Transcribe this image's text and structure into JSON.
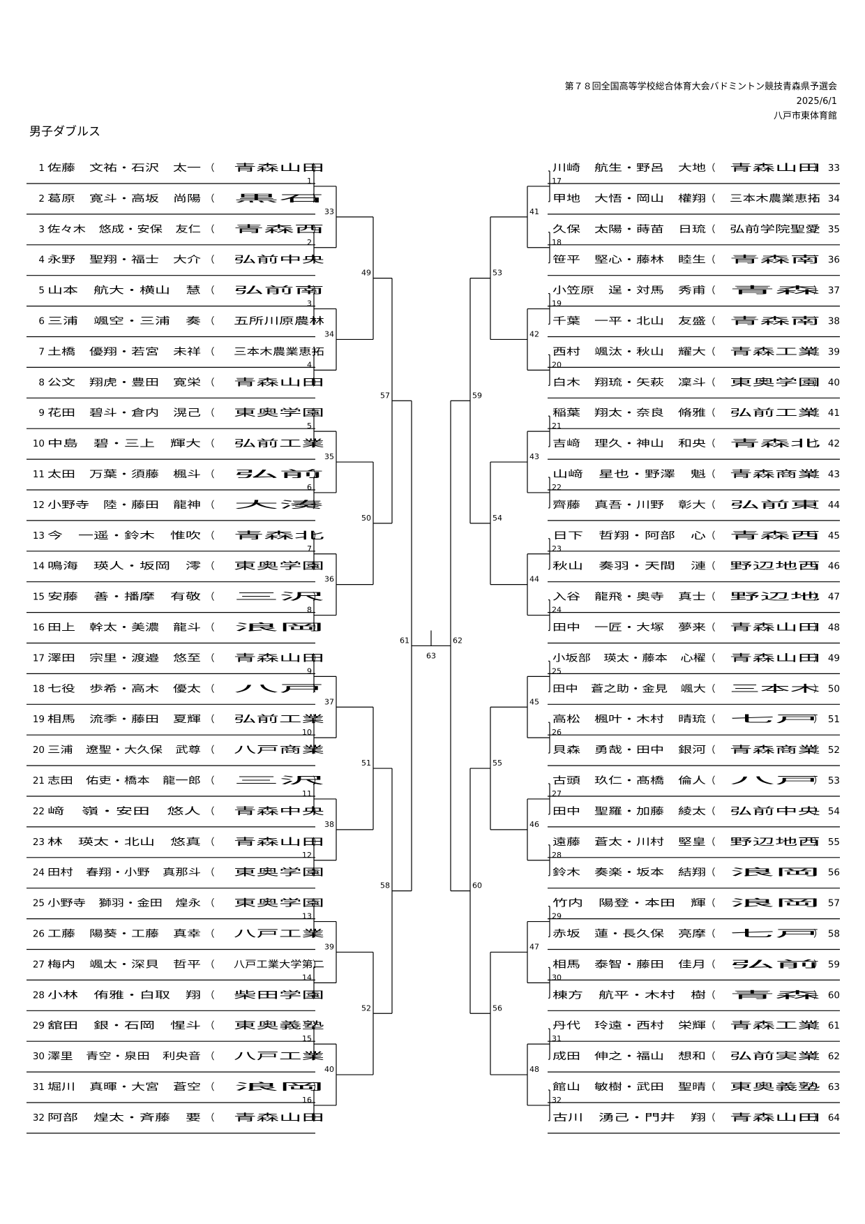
{
  "header": {
    "tournament": "第７８回全国高等学校総合体育大会バドミントン競技青森県予選会",
    "date": "2025/6/1",
    "venue": "八戸市東体育館"
  },
  "event_title": "男子ダブルス",
  "left_entries": [
    {
      "seed": "1",
      "players": "佐藤　文祐・石沢　太一",
      "school": "青　森　山　田"
    },
    {
      "seed": "2",
      "players": "葛原　寛斗・高坂　尚陽",
      "school": "黒　　石"
    },
    {
      "seed": "3",
      "players": "佐々木　悠成・安保　友仁",
      "school": "青　　森　　西"
    },
    {
      "seed": "4",
      "players": "永野　聖翔・福士　大介",
      "school": "弘　前　中　央"
    },
    {
      "seed": "5",
      "players": "山本　航大・横山　慧",
      "school": "弘　　前　　南"
    },
    {
      "seed": "6",
      "players": "三浦　颯空・三浦　奏",
      "school": "五所川原農林"
    },
    {
      "seed": "7",
      "players": "土橋　優翔・若宮　未祥",
      "school": "三本木農業恵拓"
    },
    {
      "seed": "8",
      "players": "公文　翔虎・豊田　寛栄",
      "school": "青　森　山　田"
    },
    {
      "seed": "9",
      "players": "花田　碧斗・倉内　滉己",
      "school": "東　奥　学　園"
    },
    {
      "seed": "10",
      "players": "中島　碧・三上　輝大",
      "school": "弘　前　工　業"
    },
    {
      "seed": "11",
      "players": "太田　万葉・須藤　楓斗",
      "school": "弘　　　前"
    },
    {
      "seed": "12",
      "players": "小野寺　陸・藤田　龍神",
      "school": "大　　　湊"
    },
    {
      "seed": "13",
      "players": "今　一遥・鈴木　惟吹",
      "school": "青　　森　　北"
    },
    {
      "seed": "14",
      "players": "鳴海　瑛人・坂岡　澪",
      "school": "東　奥　学　園"
    },
    {
      "seed": "15",
      "players": "安藤　善・播摩　有敬",
      "school": "三　　　沢"
    },
    {
      "seed": "16",
      "players": "田上　幹太・美濃　龍斗",
      "school": "浪　　　岡"
    },
    {
      "seed": "17",
      "players": "澤田　宗里・渡邉　悠至",
      "school": "青　森　山　田"
    },
    {
      "seed": "18",
      "players": "七役　歩希・高木　優太",
      "school": "八　　　戸"
    },
    {
      "seed": "19",
      "players": "相馬　流季・藤田　夏輝",
      "school": "弘　前　工　業"
    },
    {
      "seed": "20",
      "players": "三浦　遼聖・大久保　武尊",
      "school": "八　戸　商　業"
    },
    {
      "seed": "21",
      "players": "志田　佑吏・橋本　龍一郎",
      "school": "三　　　沢"
    },
    {
      "seed": "22",
      "players": "﨑　嶺・安田　悠人",
      "school": "青　森　中　央"
    },
    {
      "seed": "23",
      "players": "林　瑛太・北山　悠真",
      "school": "青　森　山　田"
    },
    {
      "seed": "24",
      "players": "田村　春翔・小野　真那斗",
      "school": "東　奥　学　園"
    },
    {
      "seed": "25",
      "players": "小野寺　獅羽・金田　煌永",
      "school": "東　奥　学　園"
    },
    {
      "seed": "26",
      "players": "工藤　陽葵・工藤　真幸",
      "school": "八　戸　工　業"
    },
    {
      "seed": "27",
      "players": "梅内　颯太・深貝　哲平",
      "school": "八戸工業大学第二"
    },
    {
      "seed": "28",
      "players": "小林　侑雅・白取　翔",
      "school": "柴　田　学　園"
    },
    {
      "seed": "29",
      "players": "舘田　銀・石岡　惺斗",
      "school": "東　奥　義　塾"
    },
    {
      "seed": "30",
      "players": "澤里　青空・泉田　利央音",
      "school": "八　戸　工　業"
    },
    {
      "seed": "31",
      "players": "堀川　真暉・大宮　蒼空",
      "school": "浪　　　岡"
    },
    {
      "seed": "32",
      "players": "阿部　煌太・斉藤　要",
      "school": "青　森　山　田"
    }
  ],
  "right_entries": [
    {
      "seed": "33",
      "players": "川崎　航生・野呂　大地",
      "school": "青　森　山　田"
    },
    {
      "seed": "34",
      "players": "甲地　大悟・岡山　權翔",
      "school": "三本木農業恵拓"
    },
    {
      "seed": "35",
      "players": "久保　太陽・蒔苗　日琉",
      "school": "弘前学院聖愛"
    },
    {
      "seed": "36",
      "players": "笹平　堅心・藤林　睦生",
      "school": "青　　森　　南"
    },
    {
      "seed": "37",
      "players": "小笠原　逞・対馬　秀甫",
      "school": "青　　　森"
    },
    {
      "seed": "38",
      "players": "千葉　一平・北山　友盛",
      "school": "青　　森　　南"
    },
    {
      "seed": "39",
      "players": "西村　颯汰・秋山　耀大",
      "school": "青　森　工　業"
    },
    {
      "seed": "40",
      "players": "白木　翔琉・矢萩　凜斗",
      "school": "東　奥　学　園"
    },
    {
      "seed": "41",
      "players": "稲葉　翔太・奈良　脩雅",
      "school": "弘　前　工　業"
    },
    {
      "seed": "42",
      "players": "吉﨑　理久・神山　和央",
      "school": "青　　森　　北"
    },
    {
      "seed": "43",
      "players": "山﨑　星也・野澤　魁",
      "school": "青　森　商　業"
    },
    {
      "seed": "44",
      "players": "齊藤　真吾・川野　彰大",
      "school": "弘　　前　　東"
    },
    {
      "seed": "45",
      "players": "日下　哲翔・阿部　心",
      "school": "青　　森　　西"
    },
    {
      "seed": "46",
      "players": "秋山　奏羽・天間　漣",
      "school": "野　辺　地　西"
    },
    {
      "seed": "47",
      "players": "入谷　龍飛・奥寺　真士",
      "school": "野　辺　地"
    },
    {
      "seed": "48",
      "players": "田中　一匠・大塚　夢来",
      "school": "青　森　山　田"
    },
    {
      "seed": "49",
      "players": "小坂部　瑛太・藤本　心櫂",
      "school": "青　森　山　田"
    },
    {
      "seed": "50",
      "players": "田中　蒼之助・金見　颯大",
      "school": "三　本　木"
    },
    {
      "seed": "51",
      "players": "高松　楓叶・木村　晴琉",
      "school": "七　　　戸"
    },
    {
      "seed": "52",
      "players": "貝森　勇哉・田中　銀河",
      "school": "青　森　商　業"
    },
    {
      "seed": "53",
      "players": "古頭　玖仁・髙橋　倫人",
      "school": "八　　　戸"
    },
    {
      "seed": "54",
      "players": "田中　聖羅・加藤　綾太",
      "school": "弘　前　中　央"
    },
    {
      "seed": "55",
      "players": "遠藤　蒼太・川村　堅皇",
      "school": "野　辺　地　西"
    },
    {
      "seed": "56",
      "players": "鈴木　奏楽・坂本　結翔",
      "school": "浪　　　岡"
    },
    {
      "seed": "57",
      "players": "竹内　陽登・本田　輝",
      "school": "浪　　　岡"
    },
    {
      "seed": "58",
      "players": "赤坂　蓮・長久保　亮摩",
      "school": "七　　　戸"
    },
    {
      "seed": "59",
      "players": "相馬　泰智・藤田　佳月",
      "school": "弘　　　前"
    },
    {
      "seed": "60",
      "players": "棟方　航平・木村　樹",
      "school": "青　　　森"
    },
    {
      "seed": "61",
      "players": "丹代　玲遠・西村　栄輝",
      "school": "青　森　工　業"
    },
    {
      "seed": "62",
      "players": "成田　伸之・福山　想和",
      "school": "弘　前　実　業"
    },
    {
      "seed": "63",
      "players": "館山　敏樹・武田　聖晴",
      "school": "東　奥　義　塾"
    },
    {
      "seed": "64",
      "players": "古川　湧己・門井　翔",
      "school": "青　森　山　田"
    }
  ],
  "left_match_rounds": [
    [
      "1",
      "2",
      "3",
      "4",
      "5",
      "6",
      "7",
      "8",
      "9",
      "10",
      "11",
      "12",
      "13",
      "14",
      "15",
      "16"
    ],
    [
      "33",
      "34",
      "35",
      "36",
      "37",
      "38",
      "39",
      "40"
    ],
    [
      "49",
      "50",
      "51",
      "52"
    ],
    [
      "57",
      "58"
    ],
    [
      "61"
    ]
  ],
  "right_match_rounds": [
    [
      "17",
      "18",
      "19",
      "20",
      "21",
      "22",
      "23",
      "24",
      "25",
      "26",
      "27",
      "28",
      "29",
      "30",
      "31",
      "32"
    ],
    [
      "41",
      "42",
      "43",
      "44",
      "45",
      "46",
      "47",
      "48"
    ],
    [
      "53",
      "54",
      "55",
      "56"
    ],
    [
      "59",
      "60"
    ],
    [
      "62"
    ]
  ],
  "final_match": "63"
}
